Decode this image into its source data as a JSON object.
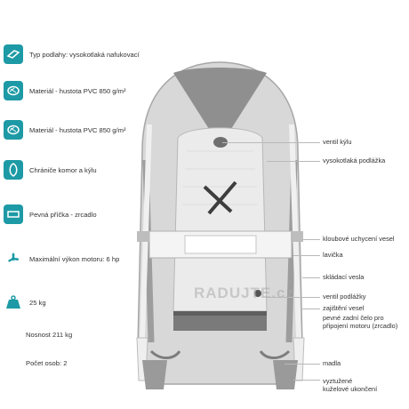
{
  "specs": [
    {
      "text": "Typ podlahy: vysokotlaká nafukovací",
      "icon": "inflatable-floor-icon"
    },
    {
      "text": "Materiál - hustota PVC 850 g/m²",
      "icon": "pvc-material-icon"
    },
    {
      "text": "Materiál - hustota PVC 850 g/m²",
      "icon": "pvc-material-icon"
    },
    {
      "text": "Chrániče komor a kýlu",
      "icon": "chamber-protector-icon"
    },
    {
      "text": "Pevná příčka - zrcadlo",
      "icon": "transom-icon"
    },
    {
      "text": "Maximální výkon motoru: 6 hp",
      "icon": "propeller-icon"
    },
    {
      "text": "25 kg",
      "icon": "weight-icon"
    },
    {
      "text": "Nosnost 211 kg",
      "icon": ""
    },
    {
      "text": "Počet osob:  2",
      "icon": ""
    }
  ],
  "callouts": [
    {
      "lines": [
        "ventil kýlu"
      ]
    },
    {
      "lines": [
        "vysokotlaká podlážka"
      ]
    },
    {
      "lines": [
        "kloubové uchycení vesel"
      ]
    },
    {
      "lines": [
        "lavička"
      ]
    },
    {
      "lines": [
        "skládací vesla"
      ]
    },
    {
      "lines": [
        "ventil podlážky"
      ]
    },
    {
      "lines": [
        "zajištění vesel",
        "pevné zadní čelo pro",
        "připojení motoru (zrcadlo)"
      ]
    },
    {
      "lines": [
        "madla"
      ]
    },
    {
      "lines": [
        "vyztužené",
        "kuželové ukončení"
      ]
    }
  ],
  "watermark": "RADUJTE.cz",
  "colors": {
    "accent": "#1d9aa5",
    "boat_dark": "#8d8d8d",
    "boat_light": "#d9d9d9"
  }
}
